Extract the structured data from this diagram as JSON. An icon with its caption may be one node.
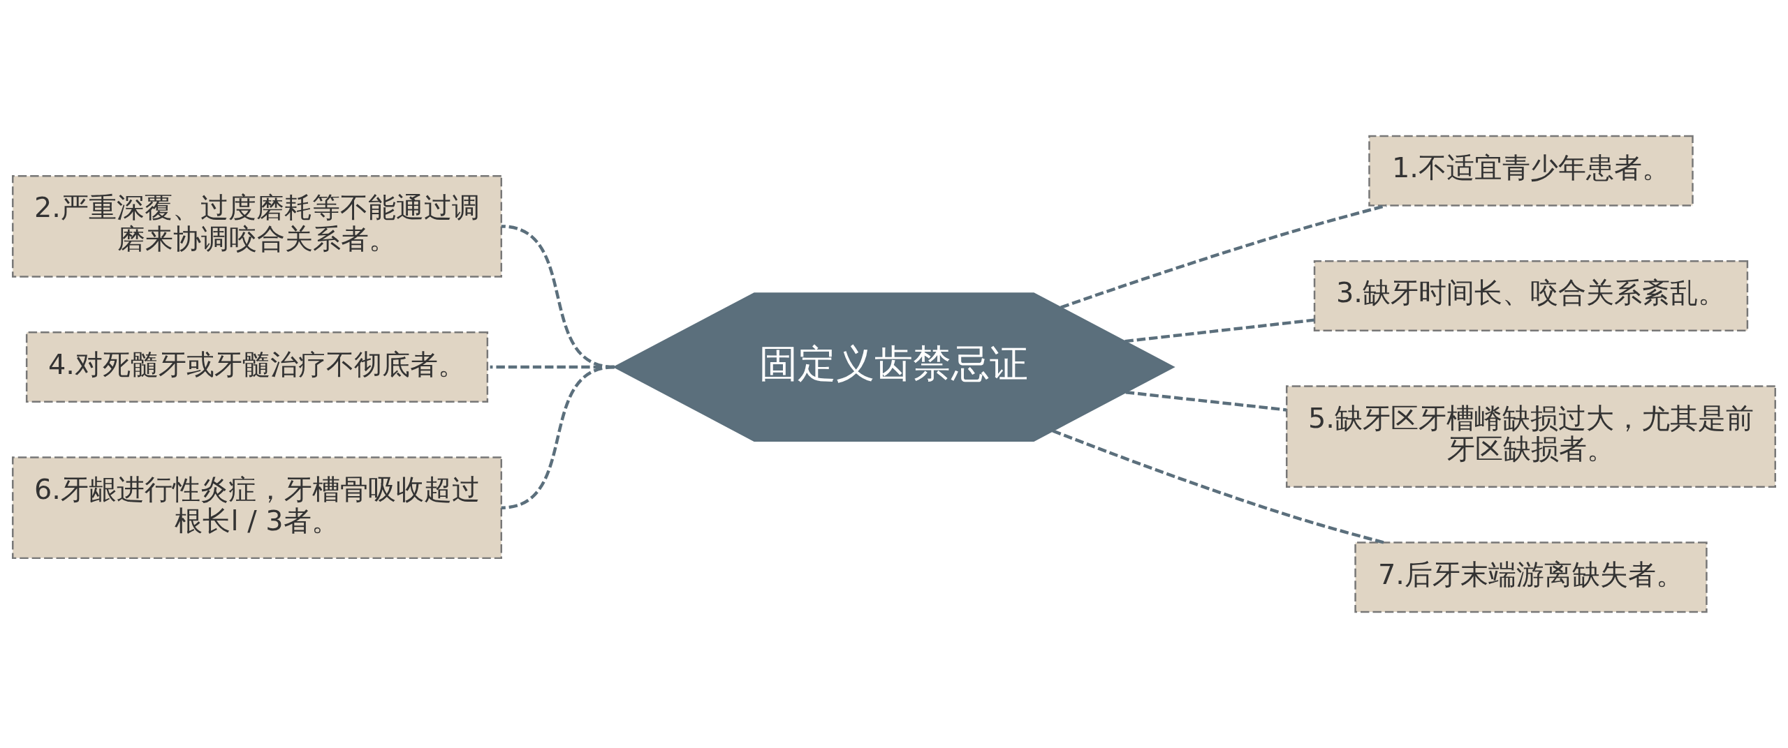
{
  "diagram": {
    "nodes": [
      {
        "text": [
          "固定义齿禁忌证"
        ]
      },
      {
        "text": [
          "1.不适宜青少年患者。"
        ]
      },
      {
        "text": [
          "2.严重深覆、过度磨耗等不能通过调磨来协调咬合关系者。"
        ]
      },
      {
        "text": [
          "3.缺牙时间长、咬合关系紊乱。"
        ]
      },
      {
        "text": [
          "4.对死髓牙或牙髓治疗不彻底者。"
        ]
      },
      {
        "text": [
          "5.缺牙区牙槽嵴缺损过大，尤其是前牙区缺损者。"
        ]
      },
      {
        "text": [
          "6.牙龈进行性炎症，牙槽骨吸收超过根长l / 3者。"
        ]
      },
      {
        "text": [
          "7.后牙末端游离缺失者。"
        ]
      }
    ],
    "edges": [
      {
        "from": 0,
        "to": 1,
        "arrow": "none",
        "style": "dashed"
      },
      {
        "from": 0,
        "to": 2,
        "arrow": "none",
        "style": "dashed"
      },
      {
        "from": 0,
        "to": 3,
        "arrow": "none",
        "style": "dashed"
      },
      {
        "from": 0,
        "to": 4,
        "arrow": "none",
        "style": "dashed"
      },
      {
        "from": 0,
        "to": 5,
        "arrow": "none",
        "style": "dashed"
      },
      {
        "from": 0,
        "to": 6,
        "arrow": "none",
        "style": "dashed"
      },
      {
        "from": 0,
        "to": 7,
        "arrow": "none",
        "style": "dashed"
      }
    ]
  }
}
